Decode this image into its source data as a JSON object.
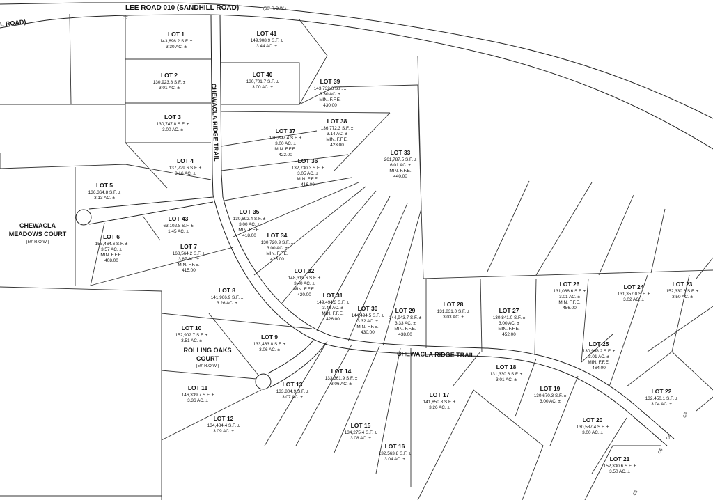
{
  "roads": {
    "lee_road": "LEE ROAD 010 (SANDHILL ROAD)",
    "lee_road_row": "(60' R.O.W.)",
    "lee_road_left_fragment": "L ROAD)",
    "chewacla_ridge_trail_vertical": "CHEWACLA RIDGE TRAIL",
    "chewacla_ridge_trail_horizontal": "CHEWACLA RIDGE TRAIL",
    "meadows_court_line1": "CHEWACLA",
    "meadows_court_line2": "MEADOWS COURT",
    "meadows_court_row": "(50' R.O.W.)",
    "rolling_oaks_line1": "ROLLING OAKS",
    "rolling_oaks_line2": "COURT",
    "rolling_oaks_row": "(50' R.O.W.)"
  },
  "curve_labels": {
    "c7": "C7",
    "c3": "C3",
    "c4": "C4",
    "c5": "C5",
    "c6": "C6"
  },
  "lots": [
    {
      "name": "LOT 1",
      "sf": "143,896.2 S.F. ±",
      "ac": "3.30 AC. ±"
    },
    {
      "name": "LOT 2",
      "sf": "130,923.8 S.F. ±",
      "ac": "3.01 AC. ±"
    },
    {
      "name": "LOT 3",
      "sf": "130,747.8 S.F. ±",
      "ac": "3.00 AC. ±"
    },
    {
      "name": "LOT 4",
      "sf": "137,729.6 S.F. ±",
      "ac": "3.16 AC. ±"
    },
    {
      "name": "LOT 5",
      "sf": "136,364.8 S.F. ±",
      "ac": "3.13 AC. ±"
    },
    {
      "name": "LOT 6",
      "sf": "155,464.6 S.F. ±",
      "ac": "3.57 AC. ±",
      "ffe": "MIN. F.F.E.",
      "ffe_val": "408.00"
    },
    {
      "name": "LOT 7",
      "sf": "168,564.2 S.F. ±",
      "ac": "3.87 AC. ±",
      "ffe": "MIN. F.F.E.",
      "ffe_val": "415.00"
    },
    {
      "name": "LOT 8",
      "sf": "141,966.9 S.F. ±",
      "ac": "3.26 AC. ±"
    },
    {
      "name": "LOT 9",
      "sf": "133,463.8 S.F. ±",
      "ac": "3.06 AC. ±"
    },
    {
      "name": "LOT 10",
      "sf": "152,902.7 S.F. ±",
      "ac": "3.51 AC. ±"
    },
    {
      "name": "LOT 11",
      "sf": "146,339.7 S.F. ±",
      "ac": "3.36 AC. ±"
    },
    {
      "name": "LOT 12",
      "sf": "134,484.4 S.F. ±",
      "ac": "3.09 AC. ±"
    },
    {
      "name": "LOT 13",
      "sf": "133,804.9 S.F. ±",
      "ac": "3.07 AC. ±"
    },
    {
      "name": "LOT 14",
      "sf": "133,361.9 S.F. ±",
      "ac": "3.06 AC. ±"
    },
    {
      "name": "LOT 15",
      "sf": "134,275.4 S.F. ±",
      "ac": "3.08 AC. ±"
    },
    {
      "name": "LOT 16",
      "sf": "132,563.8 S.F. ±",
      "ac": "3.04 AC. ±"
    },
    {
      "name": "LOT 17",
      "sf": "141,850.8 S.F. ±",
      "ac": "3.26 AC. ±"
    },
    {
      "name": "LOT 18",
      "sf": "131,330.6 S.F. ±",
      "ac": "3.01 AC. ±"
    },
    {
      "name": "LOT 19",
      "sf": "130,670.3 S.F. ±",
      "ac": "3.00 AC. ±"
    },
    {
      "name": "LOT 20",
      "sf": "130,587.4 S.F. ±",
      "ac": "3.00 AC. ±"
    },
    {
      "name": "LOT 21",
      "sf": "152,330.6 S.F. ±",
      "ac": "3.50 AC. ±"
    },
    {
      "name": "LOT 22",
      "sf": "132,450.1 S.F. ±",
      "ac": "3.04 AC. ±"
    },
    {
      "name": "LOT 23",
      "sf": "152,330.6 S.F. ±",
      "ac": "3.50 AC. ±"
    },
    {
      "name": "LOT 24",
      "sf": "131,357.0 S.F. ±",
      "ac": "3.02 AC. ±"
    },
    {
      "name": "LOT 25",
      "sf": "130,998.2 S.F. ±",
      "ac": "3.01 AC. ±",
      "ffe": "MIN. F.F.E.",
      "ffe_val": "464.00"
    },
    {
      "name": "LOT 26",
      "sf": "131,066.6 S.F. ±",
      "ac": "3.01 AC. ±",
      "ffe": "MIN. F.F.E.",
      "ffe_val": "456.00"
    },
    {
      "name": "LOT 27",
      "sf": "130,841.0 S.F. ±",
      "ac": "3.00 AC. ±",
      "ffe": "MIN. F.F.E.",
      "ffe_val": "452.00"
    },
    {
      "name": "LOT 28",
      "sf": "131,831.0 S.F. ±",
      "ac": "3.03 AC. ±"
    },
    {
      "name": "LOT 29",
      "sf": "144,943.7 S.F. ±",
      "ac": "3.33 AC. ±",
      "ffe": "MIN. F.F.E.",
      "ffe_val": "438.00"
    },
    {
      "name": "LOT 30",
      "sf": "144,494.5 S.F. ±",
      "ac": "3.32 AC. ±",
      "ffe": "MIN. F.F.E.",
      "ffe_val": "430.00"
    },
    {
      "name": "LOT 31",
      "sf": "149,494.3 S.F. ±",
      "ac": "3.43 AC. ±",
      "ffe": "MIN. F.F.E.",
      "ffe_val": "426.00"
    },
    {
      "name": "LOT 32",
      "sf": "148,319.6 S.F. ±",
      "ac": "3.40 AC. ±",
      "ffe": "MIN. F.F.E.",
      "ffe_val": "420.00"
    },
    {
      "name": "LOT 33",
      "sf": "261,787.5 S.F. ±",
      "ac": "6.01 AC. ±",
      "ffe": "MIN. F.F.E.",
      "ffe_val": "440.00"
    },
    {
      "name": "LOT 34",
      "sf": "130,720.9 S.F. ±",
      "ac": "3.00 AC. ±",
      "ffe": "MIN. F.F.E.",
      "ffe_val": "425.00"
    },
    {
      "name": "LOT 35",
      "sf": "130,692.4 S.F. ±",
      "ac": "3.00 AC. ±",
      "ffe": "MIN. F.F.E.",
      "ffe_val": "418.00"
    },
    {
      "name": "LOT 36",
      "sf": "132,730.3 S.F. ±",
      "ac": "3.05 AC. ±",
      "ffe": "MIN. F.F.E.",
      "ffe_val": "416.00"
    },
    {
      "name": "LOT 37",
      "sf": "130,697.4 S.F. ±",
      "ac": "3.00 AC. ±",
      "ffe": "MIN. F.F.E.",
      "ffe_val": "422.00"
    },
    {
      "name": "LOT 38",
      "sf": "136,772.3 S.F. ±",
      "ac": "3.14 AC. ±",
      "ffe": "MIN. F.F.E.",
      "ffe_val": "423.00"
    },
    {
      "name": "LOT 39",
      "sf": "143,732.6 S.F. ±",
      "ac": "3.30 AC. ±",
      "ffe": "MIN. F.F.E.",
      "ffe_val": "430.00"
    },
    {
      "name": "LOT 40",
      "sf": "130,701.7 S.F. ±",
      "ac": "3.00 AC. ±"
    },
    {
      "name": "LOT 41",
      "sf": "149,908.9 S.F. ±",
      "ac": "3.44 AC. ±"
    },
    {
      "name": "LOT 43",
      "sf": "63,102.8 S.F. ±",
      "ac": "1.45 AC. ±"
    }
  ]
}
